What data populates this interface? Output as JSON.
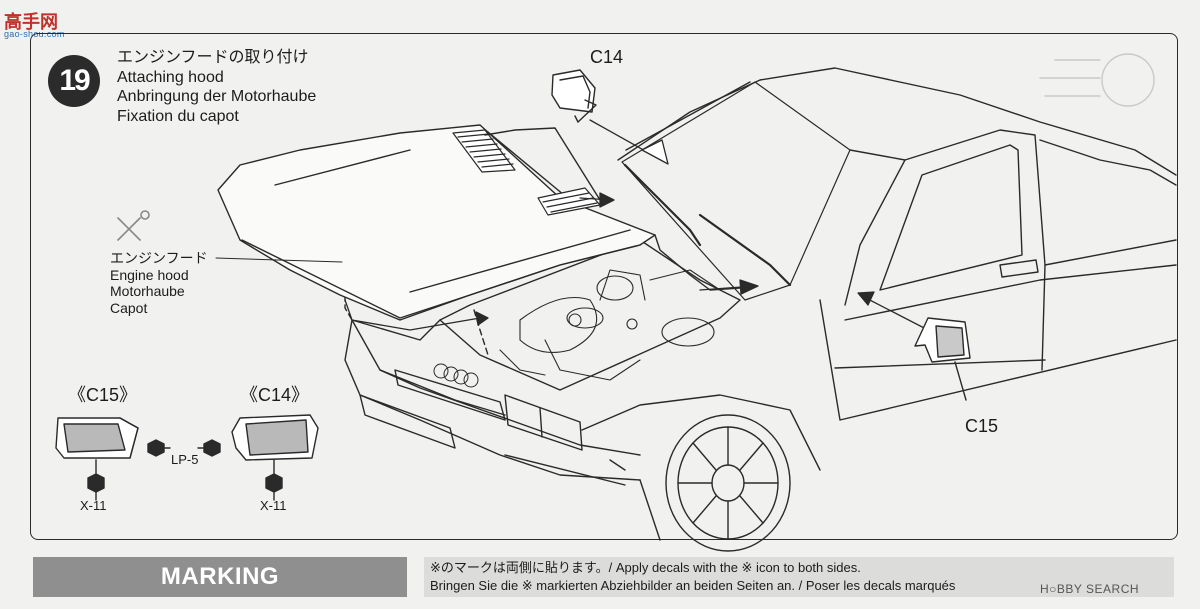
{
  "watermark": {
    "logo_text": "高手网",
    "sub_text": "gao-shou.com",
    "footer_text": "H○BBY SEARCH"
  },
  "step": {
    "number": "19",
    "title_ja": "エンジンフードの取り付け",
    "title_en": "Attaching hood",
    "title_de": "Anbringung der Motorhaube",
    "title_fr": "Fixation du capot"
  },
  "parts": {
    "c14_main": "C14",
    "c15_main": "C15",
    "c15_bracket": "《C15》",
    "c14_bracket": "《C14》",
    "screw_lp5": "LP-5",
    "screw_x11_left": "X-11",
    "screw_x11_right": "X-11"
  },
  "hood_label": {
    "ja": "エンジンフード",
    "en": "Engine hood",
    "de": "Motorhaube",
    "fr": "Capot"
  },
  "marking": {
    "title": "MARKING",
    "line1": "※のマークは両側に貼ります。/ Apply decals with the ※ icon to both sides.",
    "line2": "Bringen Sie die ※ markierten Abziehbilder an beiden Seiten an. / Poser les decals marqués"
  }
}
